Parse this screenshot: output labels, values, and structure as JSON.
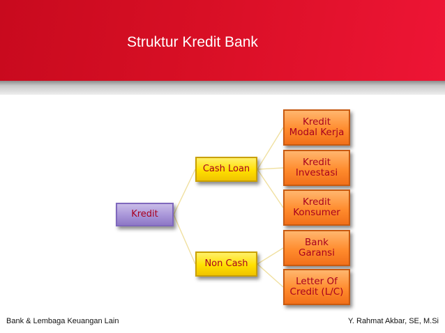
{
  "header": {
    "title": "Struktur Kredit Bank"
  },
  "diagram": {
    "root": {
      "label": "Kredit"
    },
    "branches": [
      {
        "label": "Cash Loan",
        "children": [
          {
            "lines": [
              "Kredit",
              "Modal Kerja"
            ]
          },
          {
            "lines": [
              "Kredit",
              "Investasi"
            ]
          },
          {
            "lines": [
              "Kredit",
              "Konsumer"
            ]
          }
        ]
      },
      {
        "label": "Non Cash",
        "children": [
          {
            "lines": [
              "Bank",
              "Garansi"
            ]
          },
          {
            "lines": [
              "Letter Of",
              "Credit (L/C)"
            ]
          }
        ]
      }
    ]
  },
  "footer": {
    "left": "Bank & Lembaga Keuangan Lain",
    "right": "Y. Rahmat Akbar, SE, M.Si"
  },
  "colors": {
    "header_red": "#d80f25",
    "root_fill": "#a895d8",
    "branch_fill": "#ffe000",
    "leaf_fill": "#ff8c2e",
    "node_text": "#a8001f",
    "connector": "#f0e0a0"
  }
}
